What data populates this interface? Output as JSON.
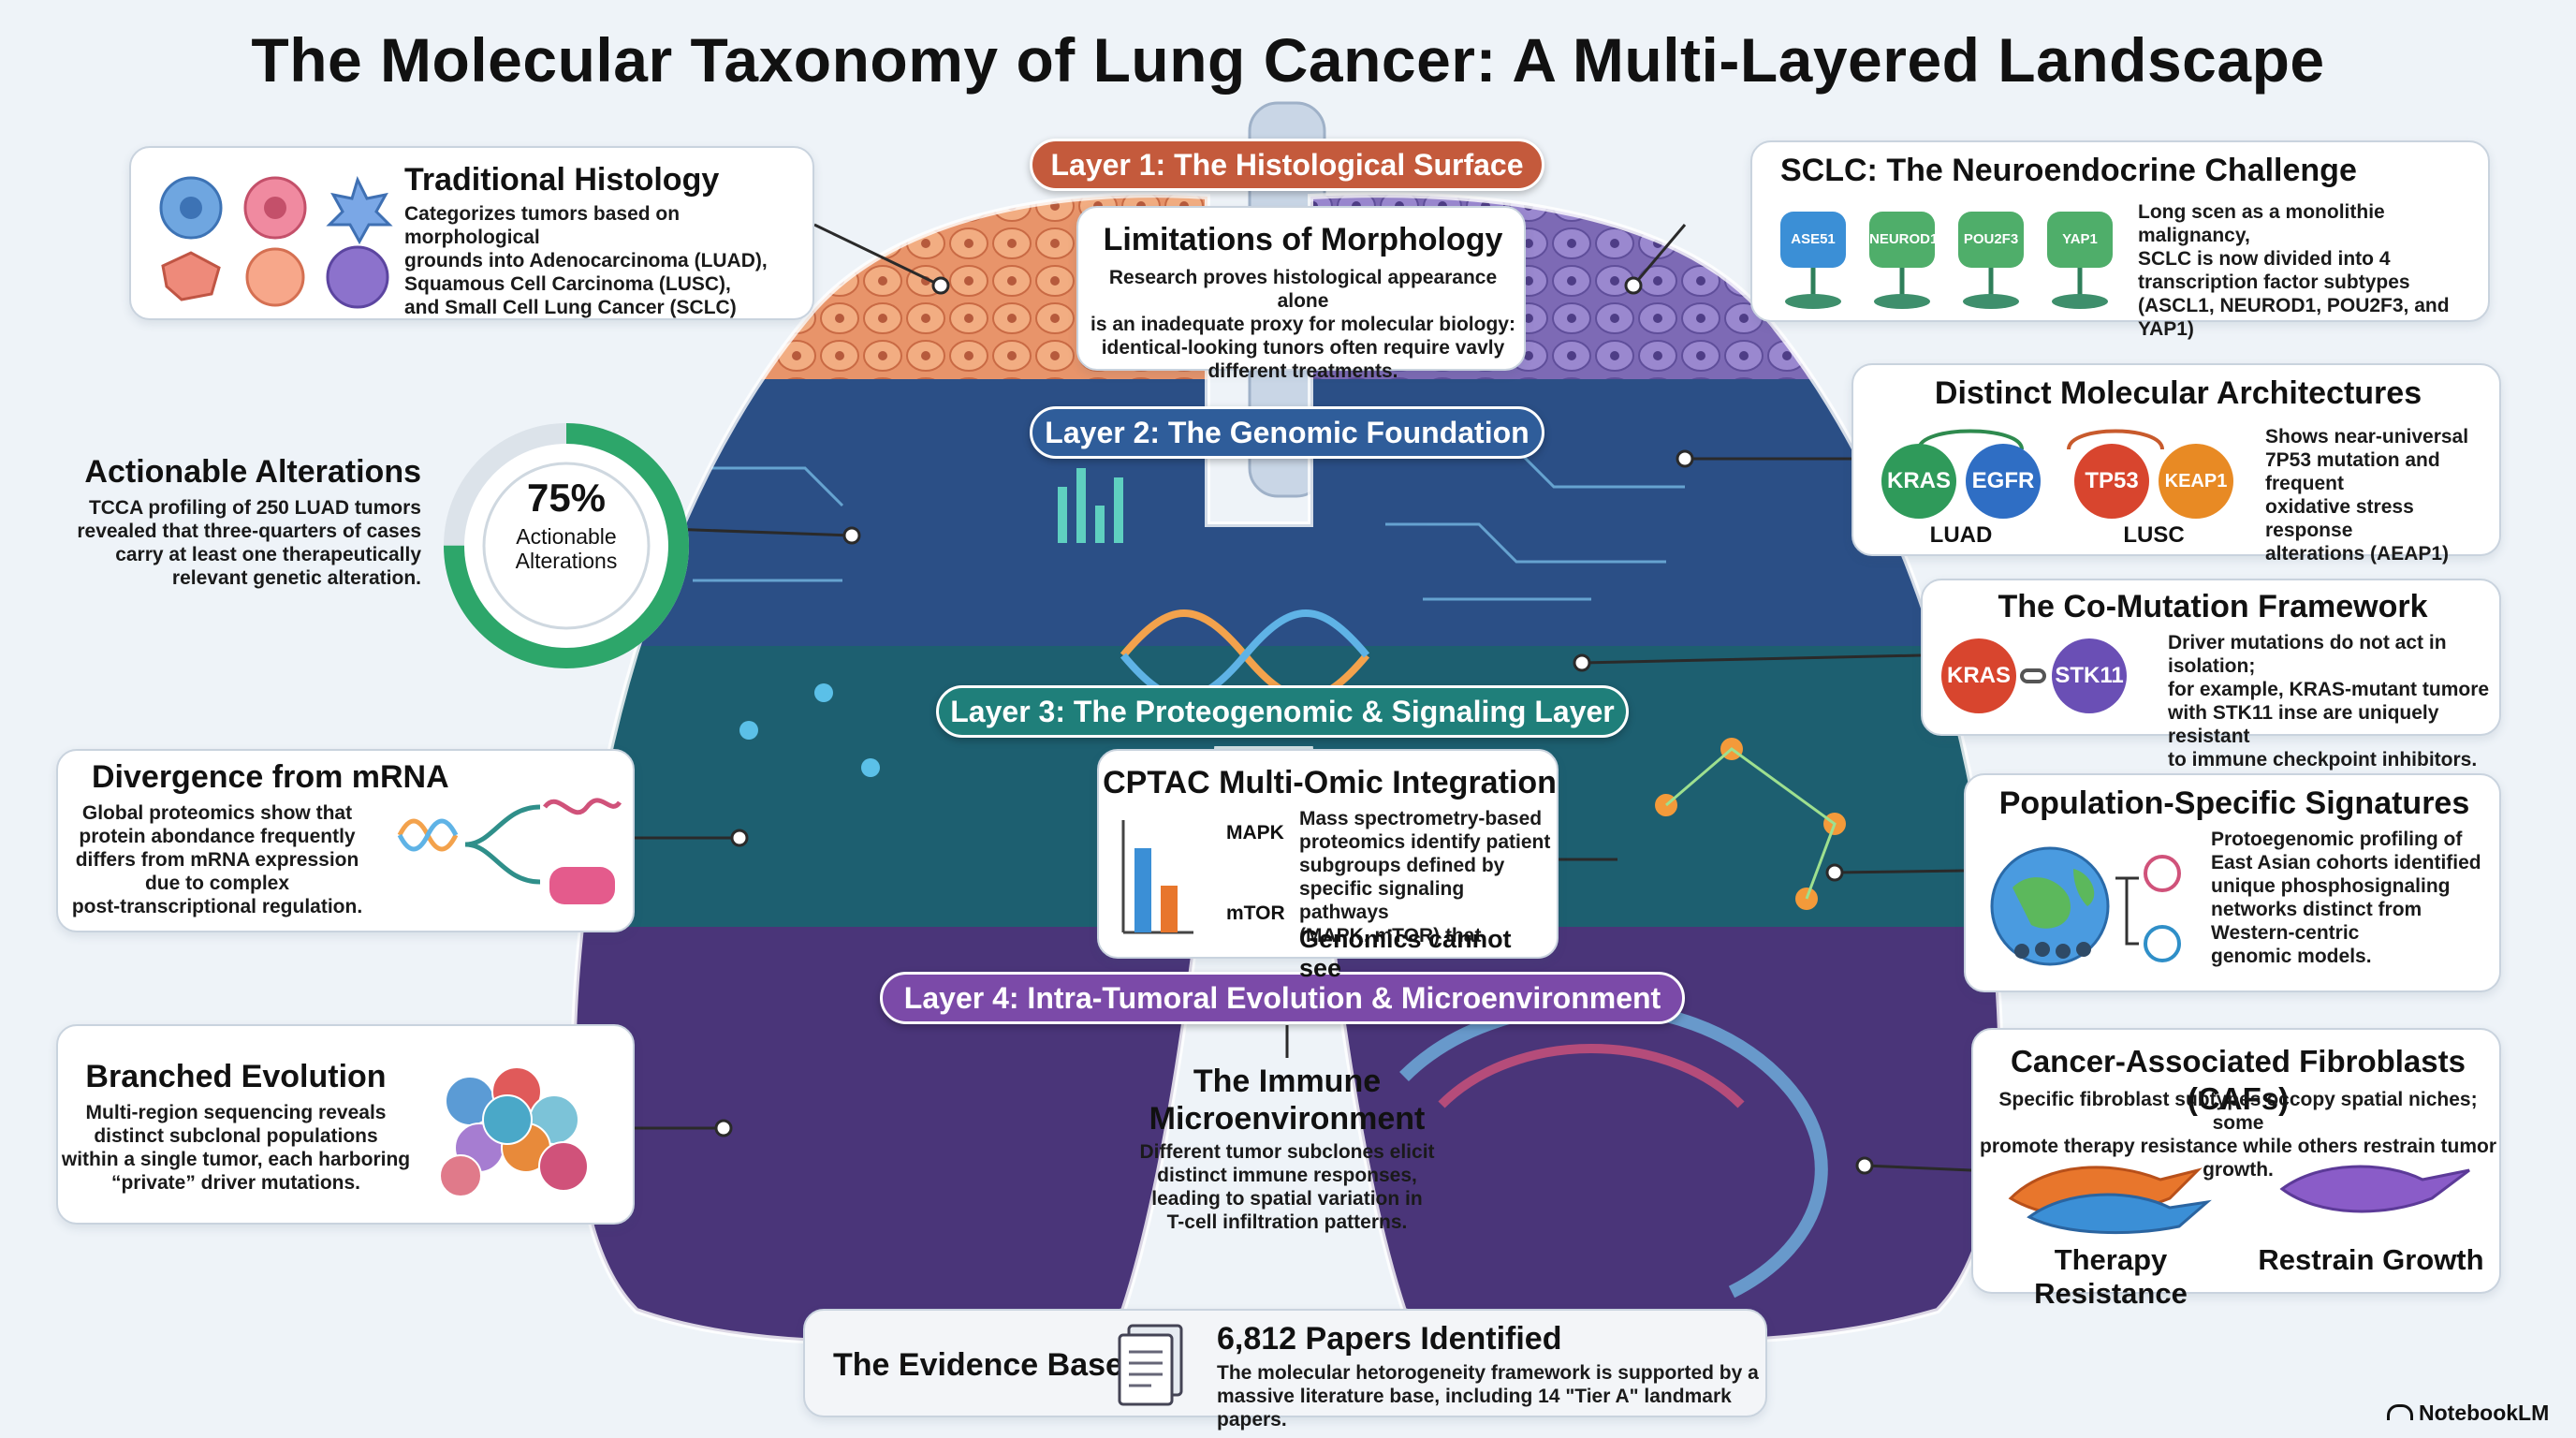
{
  "title": "The Molecular Taxonomy of Lung Cancer: A Multi-Layered Landscape",
  "layers": {
    "l1": "Layer 1: The Histological Surface",
    "l2": "Layer 2: The Genomic Foundation",
    "l3": "Layer 3: The Proteogenomic & Signaling Layer",
    "l4": "Layer 4: Intra-Tumoral Evolution & Microenvironment"
  },
  "colors": {
    "l1": "#c45a3c",
    "l2": "#2f5d9a",
    "l3": "#1f7f7a",
    "l4": "#7b4aa8"
  },
  "histology": {
    "title": "Traditional Histology",
    "lines": [
      "Categorizes tumors based on morphological",
      "grounds into Adenocarcinoma (LUAD),",
      "Squamous Cell Carcinoma (LUSC),",
      "and Small Cell Lung Cancer (SCLC)"
    ]
  },
  "limitations": {
    "title": "Limitations of Morphology",
    "lines": [
      "Research proves histological appearance alone",
      "is an inadequate proxy for molecular biology:",
      "identical-looking tunors often require vavly",
      "different treatments."
    ]
  },
  "sclc": {
    "title": "SCLC: The Neuroendocrine Challenge",
    "lines": [
      "Long scen as a monolithie malignancy,",
      "SCLC is now divided into 4",
      "transcription factor subtypes",
      "(ASCL1, NEUROD1, POU2F3, and YAP1)"
    ],
    "factors": [
      "ASE51",
      "NEUROD1",
      "POU2F3",
      "YAP1"
    ]
  },
  "actionable": {
    "title": "Actionable Alterations",
    "lines": [
      "TCCA profiling of 250 LUAD tumors",
      "revealed that three-quarters of cases",
      "carry at least one therapeutically",
      "relevant genetic alteration."
    ],
    "percent": "75%",
    "percent_value": 75,
    "ring_label_1": "Actionable",
    "ring_label_2": "Alterations"
  },
  "architectures": {
    "title": "Distinct Molecular Architectures",
    "luad_genes": [
      "KRAS",
      "EGFR"
    ],
    "luad_label": "LUAD",
    "lusc_genes": [
      "TP53",
      "KEAP1"
    ],
    "lusc_label": "LUSC",
    "lines": [
      "Shows near-universal",
      "7P53 mutation and frequent",
      "oxidative stress response",
      "alterations (AEAP1)"
    ]
  },
  "comutation": {
    "title": "The Co-Mutation Framework",
    "genes": [
      "KRAS",
      "STK11"
    ],
    "lines": [
      "Driver mutations do not act in isolation;",
      "for example, KRAS-mutant tumore",
      "with STK11 inse are uniquely resistant",
      "to immune checkpoint inhibitors."
    ]
  },
  "mrna": {
    "title": "Divergence from mRNA",
    "lines": [
      "Global proteomics show that",
      "protein abondance frequently",
      "differs from mRNA expression",
      "due to complex",
      "post-transcriptional regulation."
    ]
  },
  "cptac": {
    "title": "CPTAC Multi-Omic Integration",
    "labels": [
      "MAPK",
      "mTOR"
    ],
    "lines": [
      "Mass spectrometry-based",
      "proteomics identify patient",
      "subgroups defined by",
      "specific signaling pathways",
      "(MAPK, mTOR) that"
    ],
    "emph": "Genomics cannot see"
  },
  "population": {
    "title": "Population-Specific Signatures",
    "lines": [
      "Protoegenomic profiling of",
      "East Asian cohorts identified",
      "unique phosphosignaling",
      "networks distinct from",
      "Western-centric",
      "genomic models."
    ]
  },
  "branched": {
    "title": "Branched Evolution",
    "lines": [
      "Multi-region sequencing reveals",
      "distinct subclonal populations",
      "within a single tumor, each harboring",
      "“private” driver mutations."
    ]
  },
  "immune": {
    "title_1": "The Immune",
    "title_2": "Microenvironment",
    "lines": [
      "Different tumor subclones elicit",
      "distinct immune responses,",
      "leading to spatial variation in",
      "T-cell infiltration patterns."
    ]
  },
  "caf": {
    "title": "Cancer-Associated Fibroblasts (CAFs)",
    "lines": [
      "Specific fibroblast subtypes occopy spatial niches; some",
      "promote therapy resistance while others restrain tumor growth."
    ],
    "left_label": "Therapy Resistance",
    "right_label": "Restrain Growth"
  },
  "evidence": {
    "label": "The Evidence Base",
    "title": "6,812 Papers Identified",
    "lines": [
      "The molecular hetorogeneity framework is supported by a",
      "massive literature base, including 14 \"Tier A\" landmark papers."
    ]
  },
  "brand": "NotebookLM"
}
